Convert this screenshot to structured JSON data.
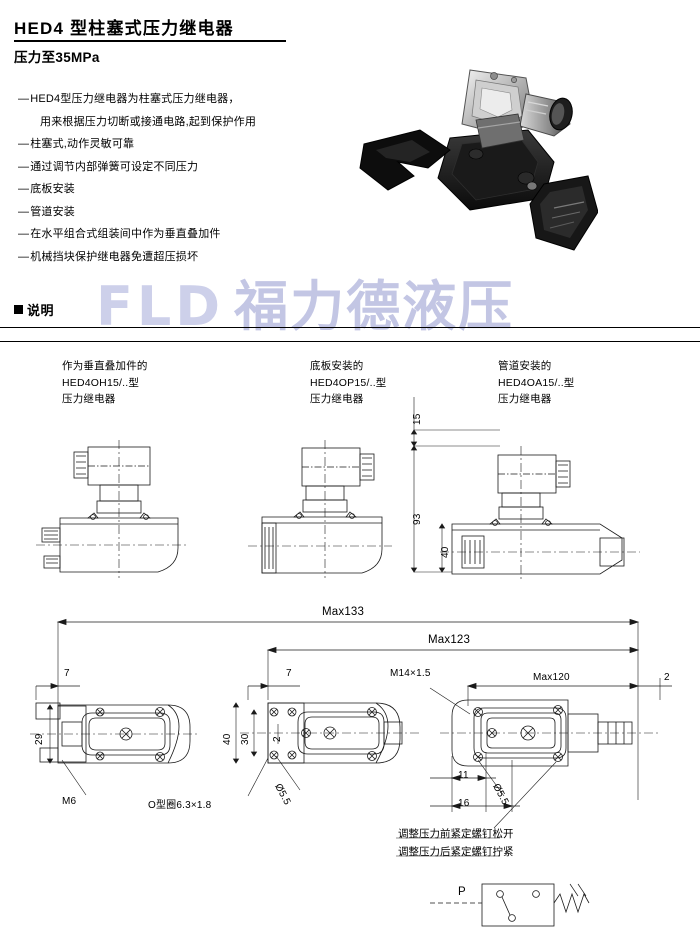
{
  "header": {
    "title": "HED4 型柱塞式压力继电器",
    "subtitle": "压力至35MPa"
  },
  "features": [
    {
      "dash": "—",
      "text": "HED4型压力继电器为柱塞式压力继电器，",
      "continuation": false
    },
    {
      "dash": "",
      "text": "用来根据压力切断或接通电路,起到保护作用",
      "continuation": true
    },
    {
      "dash": "—",
      "text": "柱塞式,动作灵敏可靠",
      "continuation": false
    },
    {
      "dash": "—",
      "text": "通过调节内部弹簧可设定不同压力",
      "continuation": false
    },
    {
      "dash": "—",
      "text": "底板安装",
      "continuation": false
    },
    {
      "dash": "—",
      "text": "管道安装",
      "continuation": false
    },
    {
      "dash": "—",
      "text": "在水平组合式组装间中作为垂直叠加件",
      "continuation": false
    },
    {
      "dash": "—",
      "text": "机械挡块保护继电器免遭超压损坏",
      "continuation": false
    }
  ],
  "watermark": {
    "latin": "FLD",
    "chinese": "福力德液压",
    "color": "#c7caE6"
  },
  "section": {
    "marker": "■",
    "label": "说明"
  },
  "variants": [
    {
      "line1": "作为垂直叠加件的",
      "line2": "HED4OH15/..型",
      "line3": "压力继电器"
    },
    {
      "line1": "底板安装的",
      "line2": "HED4OP15/..型",
      "line3": "压力继电器"
    },
    {
      "line1": "管道安装的",
      "line2": "HED4OA15/..型",
      "line3": "压力继电器"
    }
  ],
  "elevation_dims": {
    "d15": "15",
    "d93": "93",
    "d40": "40"
  },
  "plan_dims": {
    "max133": "Max133",
    "max123": "Max123",
    "max120": "Max120",
    "seven_left": "7",
    "seven_mid": "7",
    "thread": "M14×1.5",
    "two_right": "2",
    "d29": "29",
    "d40": "40",
    "d30": "30",
    "d2": "2",
    "d11": "11",
    "d16": "16",
    "hole_left": "Ø5.5",
    "hole_right": "Ø5.5"
  },
  "callouts": {
    "m6": "M6",
    "oring": "O型圈6.3×1.8",
    "note_before": "调整压力前紧定螺钉松开",
    "note_after": "调整压力后紧定螺钉拧紧"
  },
  "symbol": {
    "port_p": "P"
  }
}
